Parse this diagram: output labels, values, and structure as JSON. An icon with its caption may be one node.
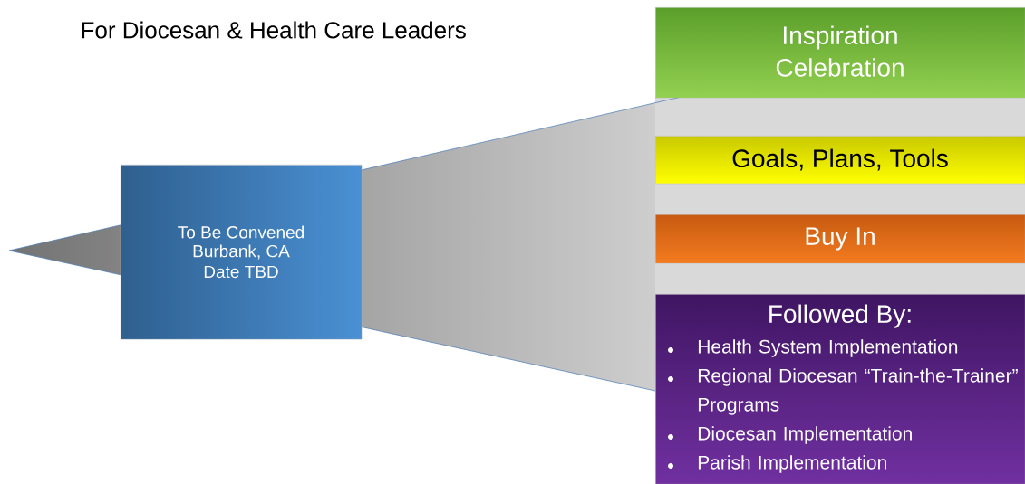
{
  "diagram": {
    "title": "For Diocesan & Health Care Leaders",
    "nodes": [
      {
        "text": [
          "To Be Convened",
          "Burbank, CA",
          "Date TBD"
        ]
      },
      {
        "text": [
          "Inspiration",
          "Celebration"
        ]
      },
      {
        "text": [
          "Goals, Plans, Tools"
        ]
      },
      {
        "text": [
          "Buy In"
        ]
      },
      {
        "text": [
          "Followed By:",
          "Health System Implementation",
          "Regional Diocesan “Train-the-Trainer” Programs",
          "Diocesan Implementation",
          "Parish Implementation"
        ]
      }
    ]
  }
}
